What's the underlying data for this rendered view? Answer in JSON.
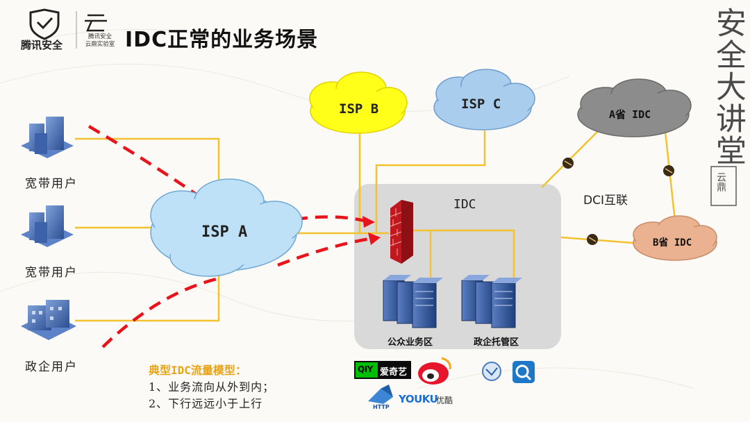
{
  "header": {
    "logo_main": "腾讯安全",
    "logo_sub_line1": "腾讯安全",
    "logo_sub_line2": "云鼎实验室",
    "title": "IDC正常的业务场景"
  },
  "side_banner": {
    "text": "安全大讲堂",
    "seal": "云鼎"
  },
  "users": [
    {
      "label": "宽带用户"
    },
    {
      "label": "宽带用户"
    },
    {
      "label": "政企用户"
    }
  ],
  "clouds": {
    "isp_a": "ISP A",
    "isp_b": "ISP B",
    "isp_c": "ISP C",
    "prov_a": "A省 IDC",
    "prov_b": "B省 IDC"
  },
  "idc": {
    "label": "IDC",
    "zone_public": "公众业务区",
    "zone_gov": "政企托管区"
  },
  "dci_label": "DCI互联",
  "traffic_model": {
    "title": "典型IDC流量模型：",
    "items": [
      "1、业务流向从外到内；",
      "2、下行远远小于上行"
    ]
  },
  "apps": {
    "iqiyi": "爱奇艺",
    "iqiyi_badge": "QIY",
    "youku": "YOUKU",
    "youku_cn": "优酷",
    "http": "HTTP"
  },
  "colors": {
    "line": "#f2c230",
    "arrow": "#e8141c",
    "isp_a": "#bfe1f7",
    "isp_b": "#ffff1a",
    "isp_c": "#a9cdec",
    "prov_a": "#8c8c8c",
    "prov_b": "#eab290",
    "idc_box": "#d9d9d9"
  }
}
